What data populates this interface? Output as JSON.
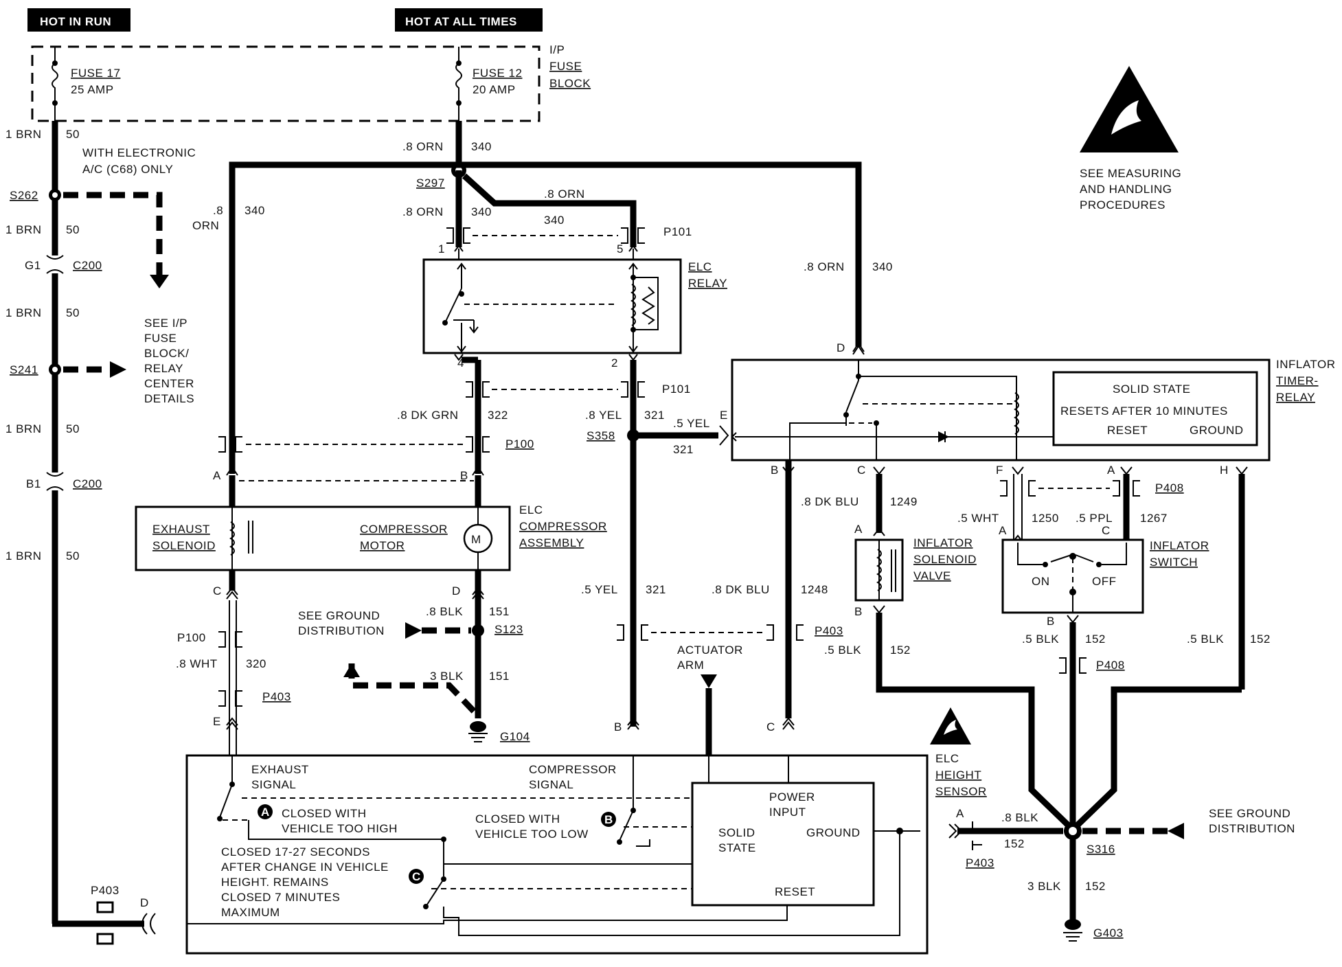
{
  "headers": {
    "hot_in_run": "HOT IN RUN",
    "hot_at_all_times": "HOT AT ALL TIMES"
  },
  "fuse_block": {
    "label_l1": "I/P",
    "label_l2": "FUSE",
    "label_l3": "BLOCK",
    "fuse17_name": "FUSE 17",
    "fuse17_rating": "25 AMP",
    "fuse12_name": "FUSE 12",
    "fuse12_rating": "20 AMP"
  },
  "left_circuit": {
    "brn1": "1 BRN",
    "c50": "50",
    "electronic_ac_l1": "WITH ELECTRONIC",
    "electronic_ac_l2": "A/C (C68) ONLY",
    "s262": "S262",
    "g1": "G1",
    "c200": "C200",
    "b1": "B1",
    "s241": "S241",
    "see_ip_l1": "SEE I/P",
    "see_ip_l2": "FUSE",
    "see_ip_l3": "BLOCK/",
    "see_ip_l4": "RELAY",
    "see_ip_l5": "CENTER",
    "see_ip_l6": "DETAILS",
    "p403": "P403",
    "d": "D"
  },
  "top_circuit": {
    "orn8": ".8 ORN",
    "orn8_bare": ".8",
    "orn_bare": "ORN",
    "c340": "340",
    "s297": "S297",
    "p101": "P101",
    "pin1": "1",
    "pin5": "5",
    "pin4": "4",
    "pin2": "2"
  },
  "elc_relay": {
    "name_l1": "ELC",
    "name_l2": "RELAY"
  },
  "mid_circuit": {
    "dkgrn": ".8 DK GRN",
    "c322": "322",
    "p100": "P100",
    "yel8": ".8 YEL",
    "yel5": ".5 YEL",
    "c321": "321",
    "s358": "S358",
    "e": "E",
    "a": "A",
    "b": "B",
    "c": "C"
  },
  "compressor_assembly": {
    "exhaust_l1": "EXHAUST",
    "exhaust_l2": "SOLENOID",
    "compressor_l1": "COMPRESSOR",
    "compressor_l2": "MOTOR",
    "motor_symbol": "M",
    "name_l1": "ELC",
    "name_l2": "COMPRESSOR",
    "name_l3": "ASSEMBLY"
  },
  "lower_left": {
    "see_ground_l1": "SEE GROUND",
    "see_ground_l2": "DISTRIBUTION",
    "blk8": ".8 BLK",
    "c151": "151",
    "s123": "S123",
    "blk3": "3 BLK",
    "g104": "G104",
    "p100": "P100",
    "wht8": ".8 WHT",
    "c320": "320",
    "p403": "P403",
    "e": "E",
    "d": "D",
    "b": "B",
    "c": "C"
  },
  "actuator": {
    "l1": "ACTUATOR",
    "l2": "ARM"
  },
  "height_sensor": {
    "exhaust_signal_l1": "EXHAUST",
    "exhaust_signal_l2": "SIGNAL",
    "compressor_signal_l1": "COMPRESSOR",
    "compressor_signal_l2": "SIGNAL",
    "note_a_l1": "CLOSED WITH",
    "note_a_l2": "VEHICLE TOO HIGH",
    "note_b_l1": "CLOSED WITH",
    "note_b_l2": "VEHICLE TOO LOW",
    "note_c_l1": "CLOSED 17-27 SECONDS",
    "note_c_l2": "AFTER CHANGE IN VEHICLE",
    "note_c_l3": "HEIGHT. REMAINS",
    "note_c_l4": "CLOSED 7 MINUTES",
    "note_c_l5": "MAXIMUM",
    "badge_a": "A",
    "badge_b": "B",
    "badge_c": "C",
    "power_input_l1": "POWER",
    "power_input_l2": "INPUT",
    "solid_state_l1": "SOLID",
    "solid_state_l2": "STATE",
    "ground": "GROUND",
    "reset": "RESET",
    "name_l1": "ELC",
    "name_l2": "HEIGHT",
    "name_l3": "SENSOR"
  },
  "right_circuit": {
    "dkblu": ".8 DK BLU",
    "c1248": "1248",
    "c1249": "1249",
    "p403": "P403",
    "blk5": ".5 BLK",
    "c152": "152",
    "wht5": ".5 WHT",
    "c1250": "1250",
    "ppl5": ".5 PPL",
    "c1267": "1267",
    "p408": "P408",
    "blk8": ".8 BLK",
    "blk3": "3 BLK",
    "s316": "S316",
    "g403": "G403",
    "see_ground_l1": "SEE GROUND",
    "see_ground_l2": "DISTRIBUTION",
    "a": "A",
    "b": "B",
    "c": "C",
    "d": "D",
    "e": "E",
    "f": "F",
    "h": "H"
  },
  "inflator_timer_relay": {
    "solid_state": "SOLID STATE",
    "resets": "RESETS AFTER 10 MINUTES",
    "reset": "RESET",
    "ground": "GROUND",
    "name_l1": "INFLATOR",
    "name_l2": "TIMER-",
    "name_l3": "RELAY"
  },
  "inflator_solenoid": {
    "l1": "INFLATOR",
    "l2": "SOLENOID",
    "l3": "VALVE"
  },
  "inflator_switch": {
    "l1": "INFLATOR",
    "l2": "SWITCH",
    "on": "ON",
    "off": "OFF"
  },
  "esd_notice": {
    "l1": "SEE MEASURING",
    "l2": "AND HANDLING",
    "l3": "PROCEDURES"
  }
}
